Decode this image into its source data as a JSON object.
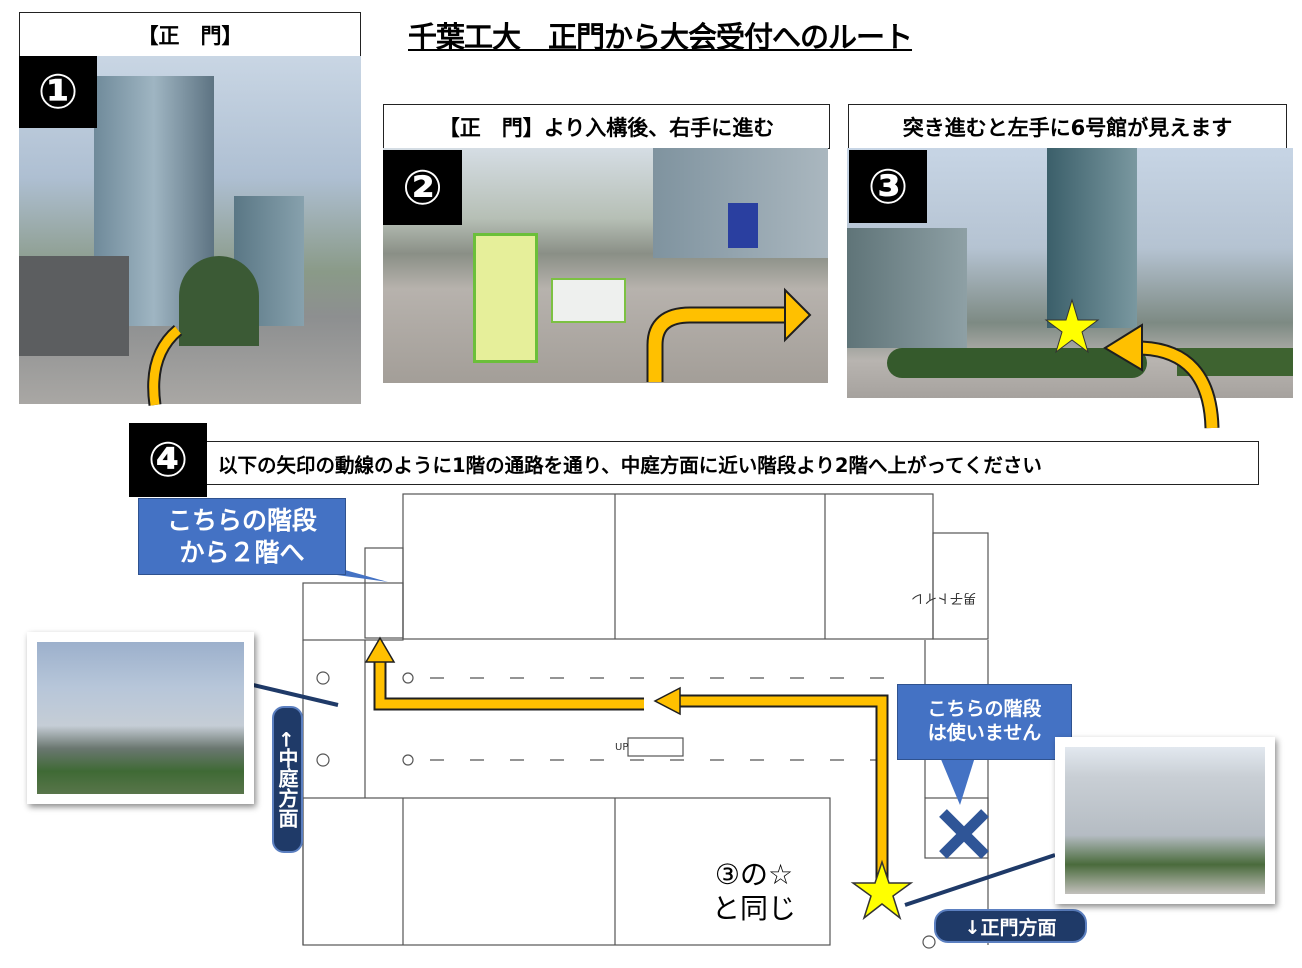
{
  "title": "千葉工大　正門から大会受付へのルート",
  "steps": [
    {
      "badge": "①",
      "label": "【正　門】"
    },
    {
      "badge": "②",
      "label": "【正　門】より入構後、右手に進む"
    },
    {
      "badge": "③",
      "label": "突き進むと左手に6号館が見えます"
    },
    {
      "badge": "④",
      "label": "以下の矢印の動線のように1階の通路を通り、中庭方面に近い階段より2階へ上がってください"
    }
  ],
  "floorplan": {
    "callout_use": [
      "こちらの階段",
      "から２階へ"
    ],
    "callout_not_use": [
      "こちらの階段",
      "は使いません"
    ],
    "courtyard_direction": "←中庭方面",
    "main_gate_direction": "↓正門方面",
    "same_as_note": [
      "③の☆",
      "と同じ"
    ],
    "up_label": "UP",
    "restroom_label": "男子トイレ"
  },
  "colors": {
    "arrow": "#ffc000",
    "callout": "#4472c4",
    "pill": "#1f3a68",
    "star": "#ffff00",
    "cross": "#2f5597"
  }
}
